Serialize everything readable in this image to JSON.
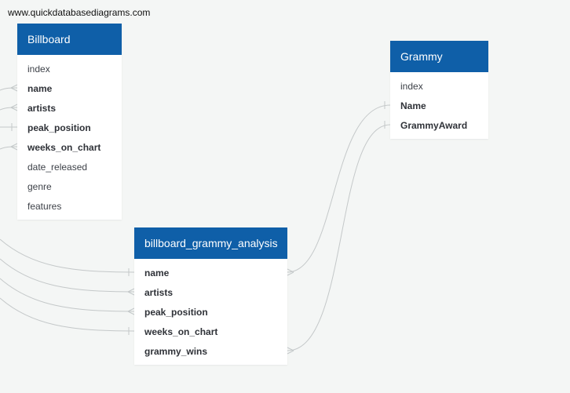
{
  "watermark": "www.quickdatabasediagrams.com",
  "tables": {
    "billboard": {
      "title": "Billboard",
      "fields": [
        {
          "name": "index",
          "bold": false
        },
        {
          "name": "name",
          "bold": true
        },
        {
          "name": "artists",
          "bold": true
        },
        {
          "name": "peak_position",
          "bold": true
        },
        {
          "name": "weeks_on_chart",
          "bold": true
        },
        {
          "name": "date_released",
          "bold": false
        },
        {
          "name": "genre",
          "bold": false
        },
        {
          "name": "features",
          "bold": false
        }
      ]
    },
    "grammy": {
      "title": "Grammy",
      "fields": [
        {
          "name": "index",
          "bold": false
        },
        {
          "name": "Name",
          "bold": true
        },
        {
          "name": "GrammyAward",
          "bold": true
        }
      ]
    },
    "analysis": {
      "title": "billboard_grammy_analysis",
      "fields": [
        {
          "name": "name",
          "bold": true
        },
        {
          "name": "artists",
          "bold": true
        },
        {
          "name": "peak_position",
          "bold": true
        },
        {
          "name": "weeks_on_chart",
          "bold": true
        },
        {
          "name": "grammy_wins",
          "bold": true
        }
      ]
    }
  },
  "colors": {
    "header": "#0f5fa8",
    "connector": "#c4c8c9",
    "background": "#f4f6f5"
  }
}
